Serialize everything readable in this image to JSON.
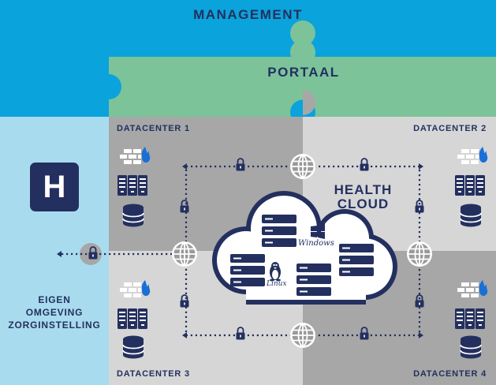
{
  "labels": {
    "management": "MANAGEMENT",
    "portaal": "PORTAAL",
    "datacenter_1": "DATACENTER 1",
    "datacenter_2": "DATACENTER 2",
    "datacenter_3": "DATACENTER 3",
    "datacenter_4": "DATACENTER 4",
    "health_cloud_line1": "HEALTH",
    "health_cloud_line2": "CLOUD",
    "eigen_line1": "EIGEN",
    "eigen_line2": "OMGEVING",
    "eigen_line3": "ZORGINSTELLING",
    "hospital_letter": "H",
    "windows": "Windows",
    "linux": "Linux"
  },
  "colors": {
    "management_bg": "#0aa3dc",
    "portaal_bg": "#7cc39a",
    "left_bg": "#a9dbee",
    "dc1_bg": "#a7a7a7",
    "dc2_bg": "#d6d6d6",
    "dc3_bg": "#d6d6d6",
    "dc4_bg": "#a7a7a7",
    "navy": "#23305f",
    "fire": "#1a6fd6"
  },
  "icons": {
    "datacenter": [
      "firewall-icon",
      "server-rack-icon",
      "database-icon"
    ],
    "connection": [
      "globe-icon",
      "lock-icon"
    ],
    "cloud": [
      "cloud-icon",
      "server-icon",
      "windows-logo-icon",
      "linux-tux-icon"
    ]
  }
}
